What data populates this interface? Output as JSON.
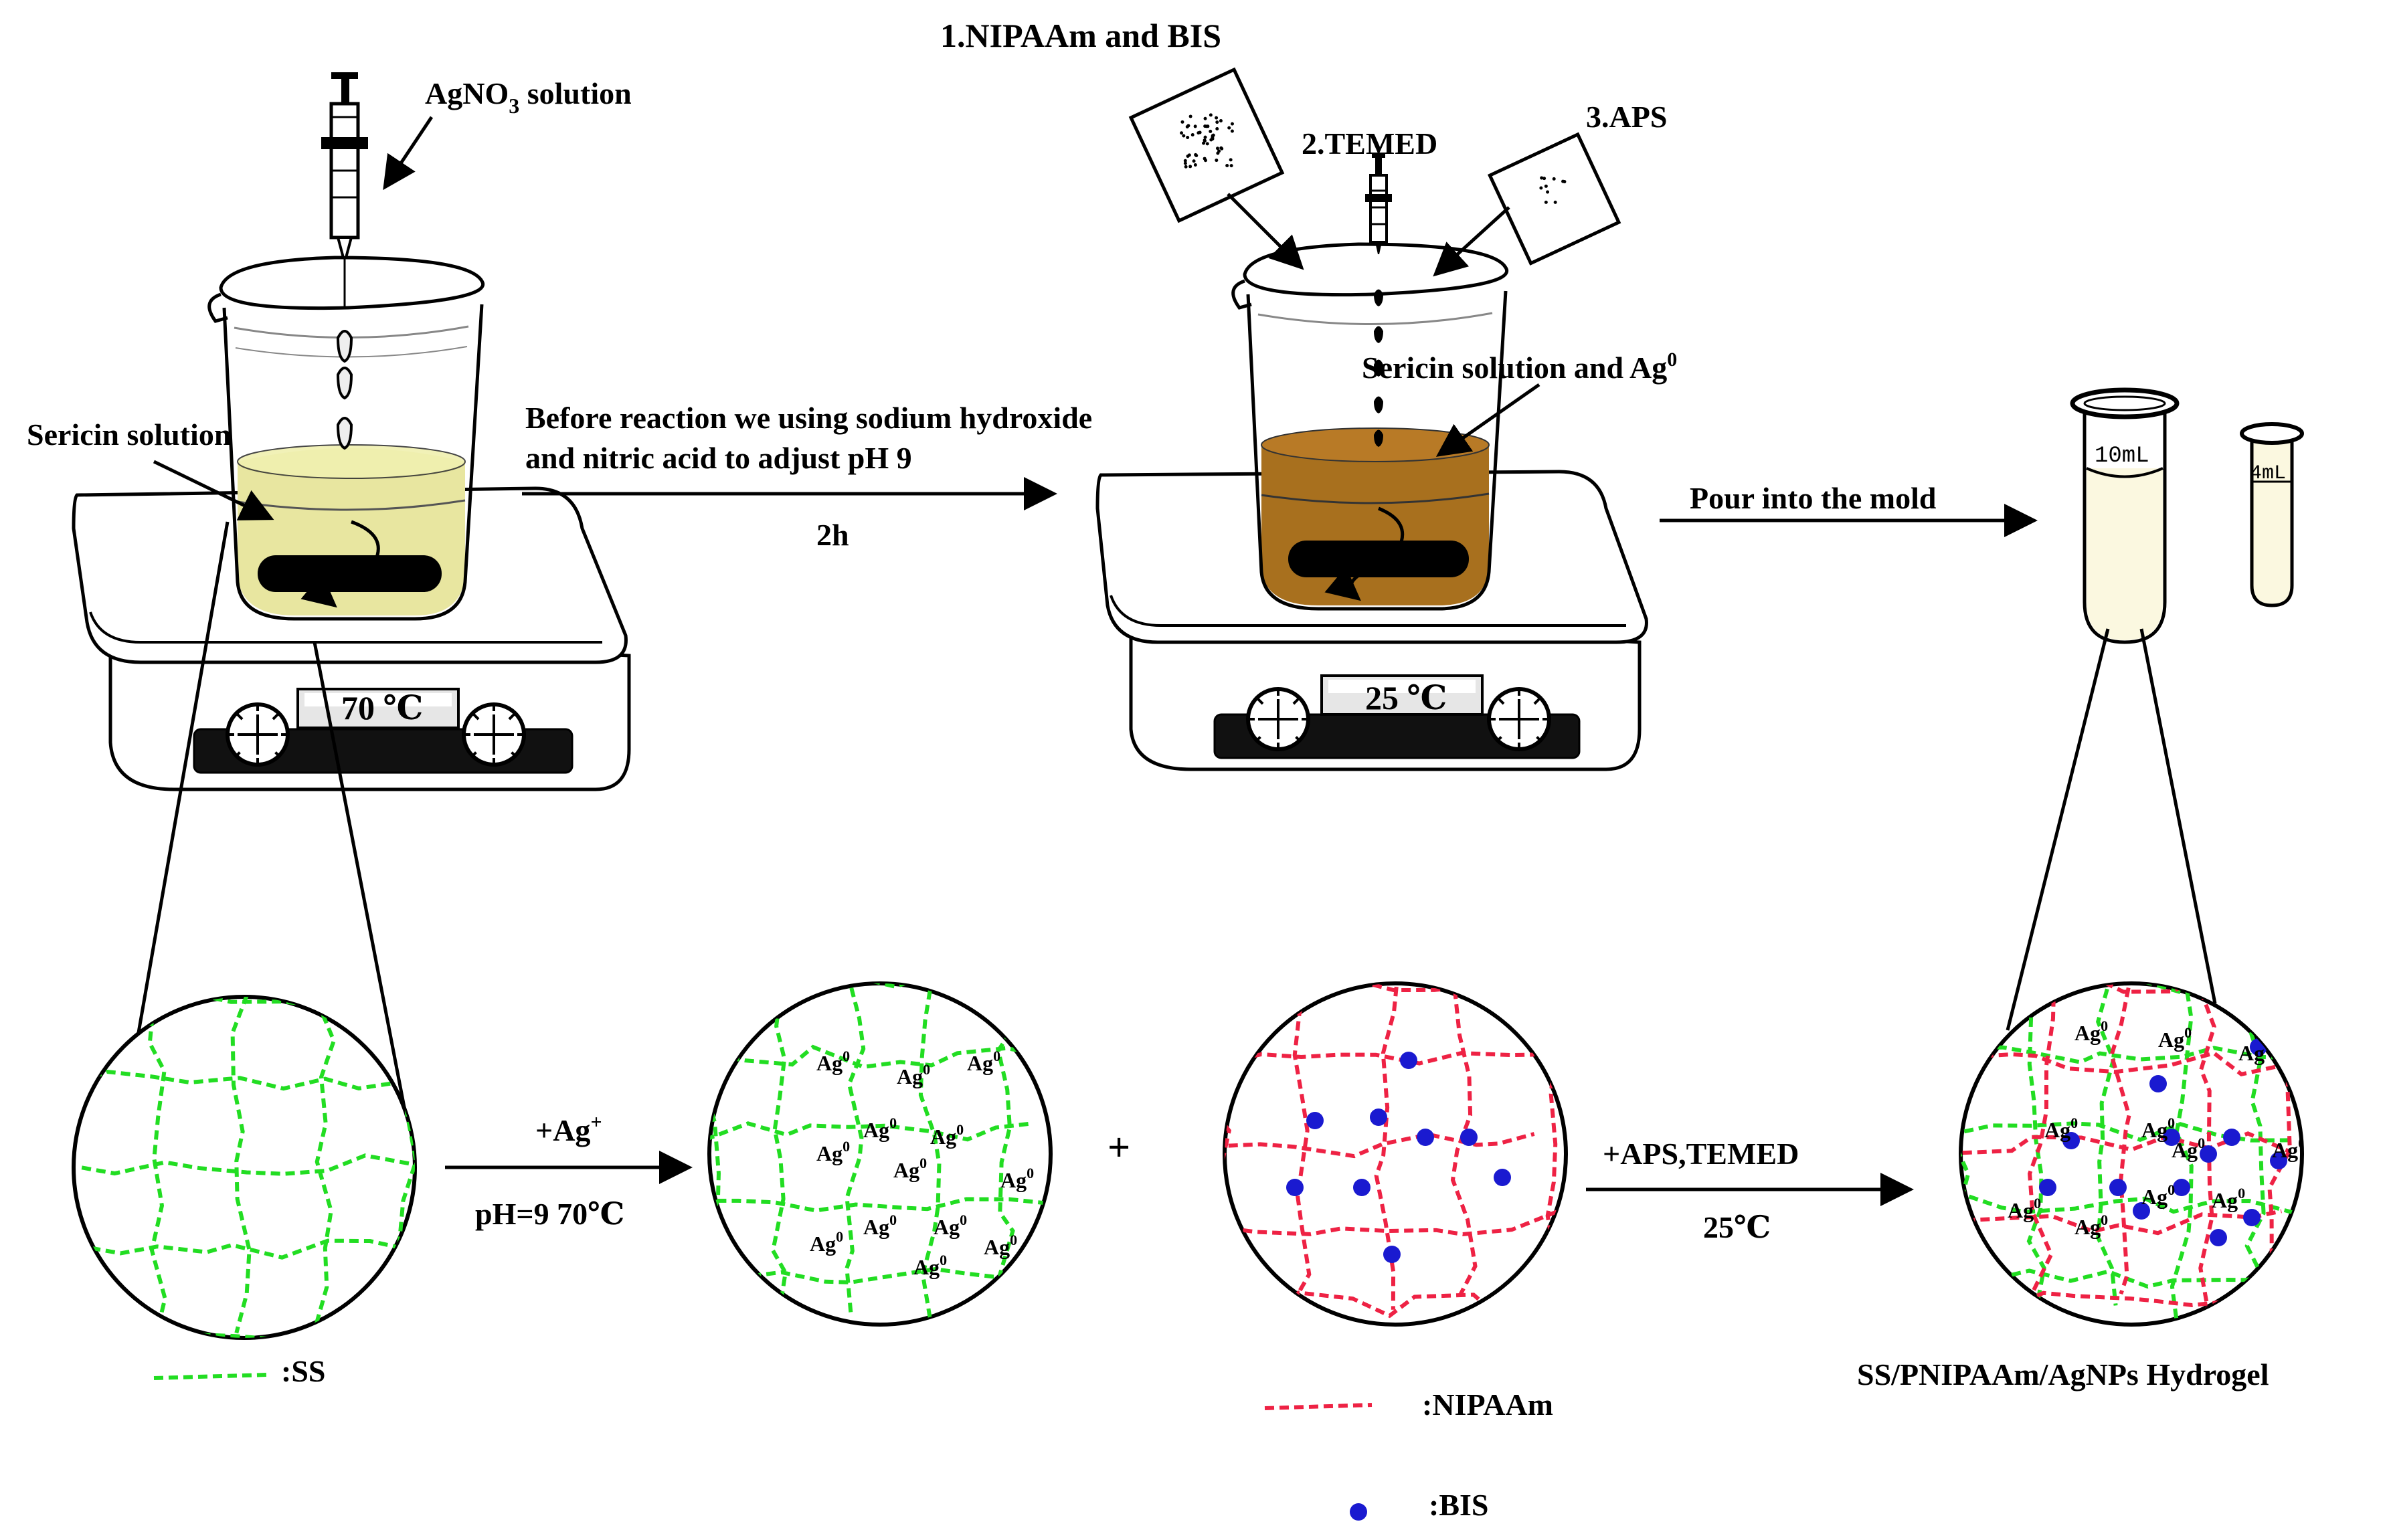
{
  "labels": {
    "agno3": "AgNO",
    "agno3_sub": "3",
    "agno3_rest": " solution",
    "sericin_solution": "Sericin solution",
    "temp1": "70 ℃",
    "temp2": "25 ℃",
    "before_reaction_line1": "Before reaction we using sodium hydroxide",
    "before_reaction_line2": "and nitric acid to adjust pH 9",
    "time": "2h",
    "reagent1": "1.NIPAAm and BIS",
    "reagent2": "2.TEMED",
    "reagent3": "3.APS",
    "sericin_ag": "Sericin solution and Ag",
    "sup0": "0",
    "pour": "Pour into the mold",
    "tube1": "10mL",
    "tube2": "4mL",
    "ag_plus": "+Ag",
    "sup_plus": "+",
    "ph_cond": "pH=9  70℃",
    "plus_sign": "+",
    "aps_temed": "+APS,TEMED",
    "temp3": "25℃",
    "ag0": "Ag",
    "legend_ss": ":SS",
    "legend_nipaam": ":NIPAAm",
    "legend_bis": ":BIS",
    "product": "SS/PNIPAAm/AgNPs Hydrogel"
  },
  "colors": {
    "ss_green": "#22dd22",
    "nipaam_red": "#ee2244",
    "bis_blue": "#1a1ad0",
    "sericin_yellow": "#e8e6a0",
    "brown_solution": "#a8701e",
    "tube_fill": "#fbf8e0"
  }
}
